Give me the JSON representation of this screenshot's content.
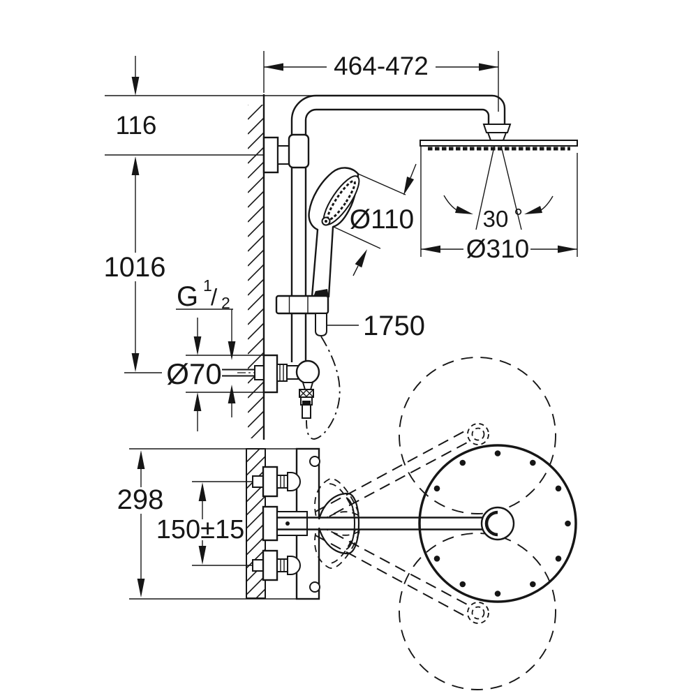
{
  "title": "Shower system installation drawing",
  "dims": {
    "top_width": "464-472",
    "wall_offset": "116",
    "column_height": "1016",
    "thread_g": "G",
    "thread_sup": "1",
    "thread_slash": "/",
    "thread_sub": "2",
    "escutcheon_d": "Ø70",
    "handshower_d": "Ø110",
    "hose_length": "1750",
    "spray_angle": "30",
    "spray_degree": "°",
    "headshower_d": "Ø310",
    "plate_height": "298",
    "inlet_spacing": "150±15"
  },
  "colors": {
    "line": "#161616",
    "background": "#ffffff"
  }
}
